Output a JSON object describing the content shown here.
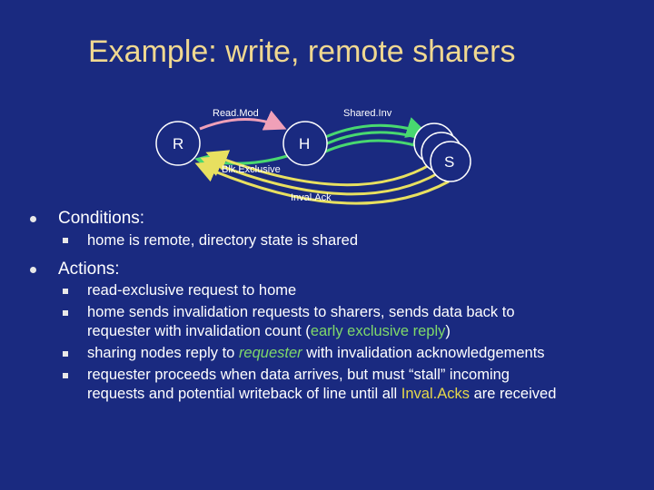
{
  "slide": {
    "title": "Example: write, remote sharers"
  },
  "diagram": {
    "nodes": {
      "requester": "R",
      "home": "H",
      "sharer": "S"
    },
    "labels": {
      "read_mod": "Read.Mod",
      "shared_inv": "Shared.Inv",
      "blk_exclusive": "Blk.Exclusive",
      "inval_ack": "Inval.Ack"
    }
  },
  "bullets": {
    "conditions": {
      "heading": "Conditions:",
      "items": [
        "home is remote, directory state is shared"
      ]
    },
    "actions": {
      "heading": "Actions:",
      "item1": "read-exclusive request to home",
      "item2_line1": "home sends invalidation requests to sharers, sends data back to",
      "item2_line2_pre": "requester with invalidation count (",
      "item2_line2_hl": "early exclusive reply",
      "item2_line2_post": ")",
      "item3_pre": "sharing nodes reply to ",
      "item3_hl": "requester",
      "item3_post": " with invalidation acknowledgements",
      "item4_line1": "requester proceeds when data arrives, but must “stall” incoming",
      "item4_line2_pre": "requests and potential writeback of line until all ",
      "item4_line2_hl": "Inval.Acks",
      "item4_line2_post": " are received"
    }
  },
  "colors": {
    "background": "#1a2a80",
    "title": "#f0d890",
    "read_mod_arrow": "#f0a0b8",
    "shared_inv_arrow": "#48d870",
    "blk_exclusive_arrow": "#48d870",
    "inval_ack_arrow": "#e8e060",
    "highlight_green": "#7fd86a",
    "highlight_yellow": "#e6d84a"
  }
}
